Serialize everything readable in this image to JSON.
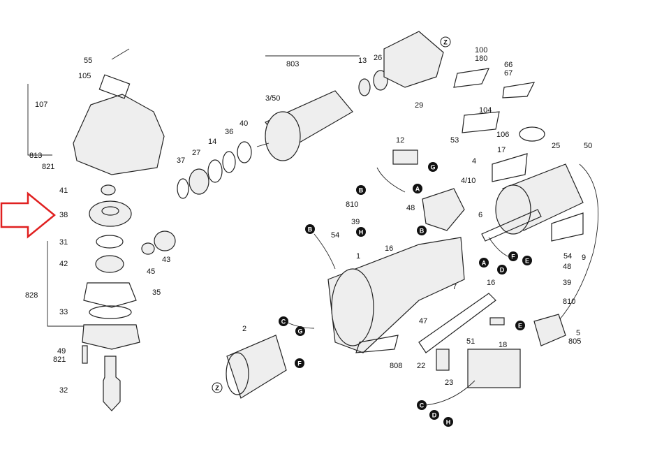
{
  "diagram": {
    "highlight_color": "#e02020",
    "highlight_arrow_target": "38",
    "part_labels": {
      "p55": "55",
      "p105": "105",
      "p107": "107",
      "p813": "813",
      "p821a": "821",
      "p41": "41",
      "p38": "38",
      "p31": "31",
      "p828": "828",
      "p42": "42",
      "p45": "45",
      "p43": "43",
      "p35": "35",
      "p33": "33",
      "p49": "49",
      "p821b": "821",
      "p32": "32",
      "p803": "803",
      "p13": "13",
      "p26": "26",
      "p350": "3/50",
      "p37": "37",
      "p27": "27",
      "p14": "14",
      "p36": "36",
      "p40": "40",
      "p29": "29",
      "p100": "100",
      "p180": "180",
      "p66": "66",
      "p67": "67",
      "p104": "104",
      "p106": "106",
      "p17": "17",
      "p25": "25",
      "p50": "50",
      "p12": "12",
      "p53": "53",
      "p4": "4",
      "p410": "4/10",
      "p810a": "810",
      "p48a": "48",
      "p39a": "39",
      "p16a": "16",
      "p6": "6",
      "p54a": "54",
      "p9": "9",
      "p48b": "48",
      "p16b": "16",
      "p39b": "39",
      "p810b": "810",
      "p5": "5",
      "p805": "805",
      "p54b": "54",
      "p1": "1",
      "p7": "7",
      "p47": "47",
      "p18": "18",
      "p2": "2",
      "p808": "808",
      "p22": "22",
      "p51": "51",
      "p23": "23"
    },
    "connector_labels": {
      "z1": "Z",
      "z2": "Z",
      "b1": "B",
      "a1": "A",
      "g1": "G",
      "h1": "H",
      "b2": "B",
      "b3": "B",
      "f1": "F",
      "e1": "E",
      "a2": "A",
      "d1": "D",
      "e2": "E",
      "c1": "C",
      "g2": "G",
      "f2": "F",
      "c2": "C",
      "d2": "D",
      "h2": "H"
    }
  }
}
